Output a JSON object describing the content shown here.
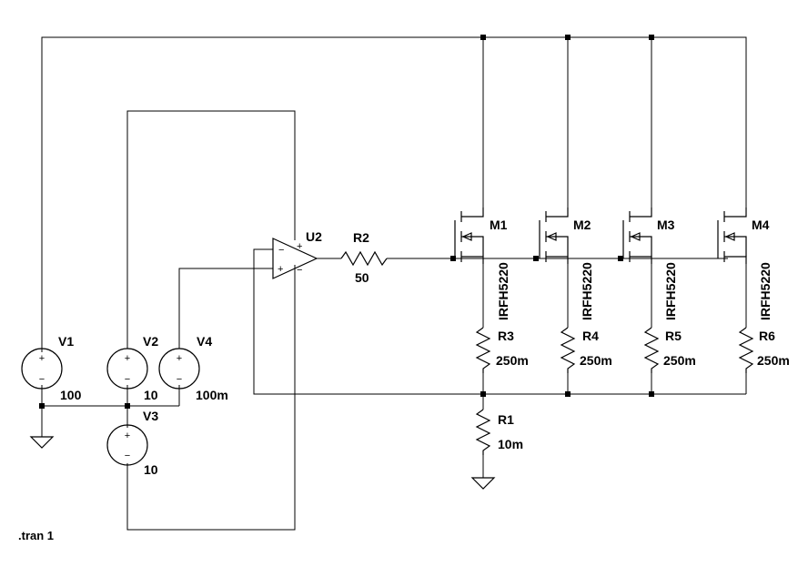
{
  "components": {
    "V1": {
      "name": "V1",
      "value": "100"
    },
    "V2": {
      "name": "V2",
      "value": "10"
    },
    "V3": {
      "name": "V3",
      "value": "10"
    },
    "V4": {
      "name": "V4",
      "value": "100m"
    },
    "U2": {
      "name": "U2"
    },
    "R1": {
      "name": "R1",
      "value": "10m"
    },
    "R2": {
      "name": "R2",
      "value": "50"
    },
    "R3": {
      "name": "R3",
      "value": "250m"
    },
    "R4": {
      "name": "R4",
      "value": "250m"
    },
    "R5": {
      "name": "R5",
      "value": "250m"
    },
    "R6": {
      "name": "R6",
      "value": "250m"
    },
    "M1": {
      "name": "M1",
      "model": "IRFH5220"
    },
    "M2": {
      "name": "M2",
      "model": "IRFH5220"
    },
    "M3": {
      "name": "M3",
      "model": "IRFH5220"
    },
    "M4": {
      "name": "M4",
      "model": "IRFH5220"
    }
  },
  "symbols": {
    "plus": "+",
    "minus": "−"
  },
  "directive": ".tran 1"
}
